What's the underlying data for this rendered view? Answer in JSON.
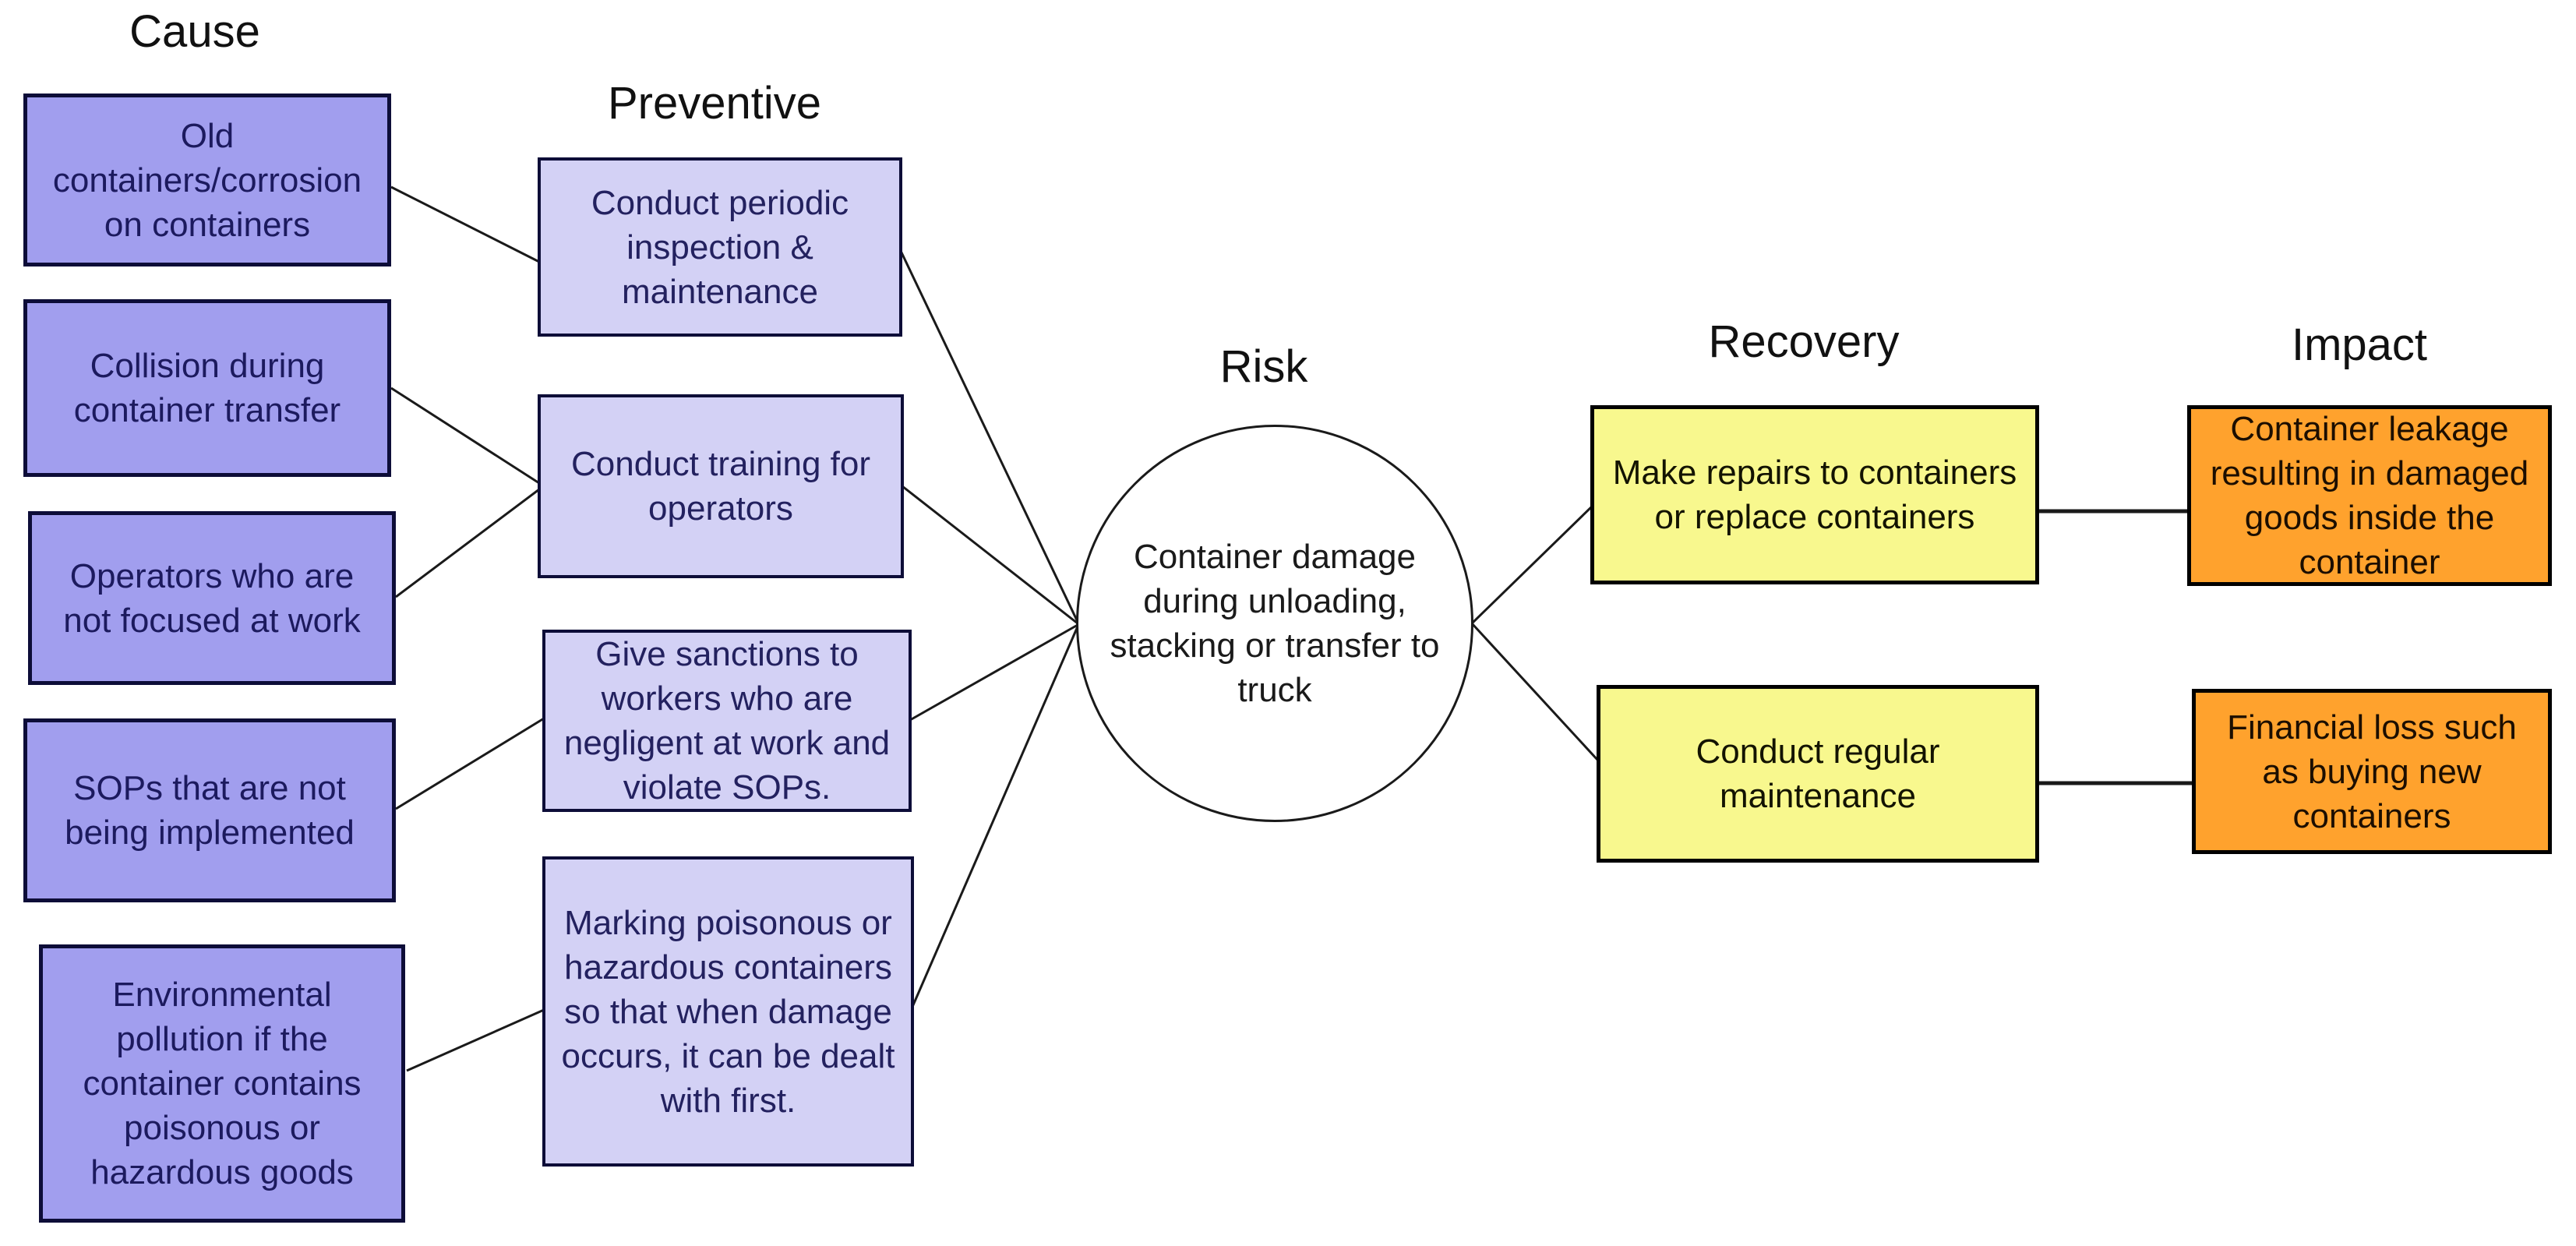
{
  "headings": {
    "cause": "Cause",
    "preventive": "Preventive",
    "risk": "Risk",
    "recovery": "Recovery",
    "impact": "Impact"
  },
  "nodes": {
    "causes": [
      {
        "id": "cause-1",
        "label": "Old containers/corrosion on containers"
      },
      {
        "id": "cause-2",
        "label": "Collision during container transfer"
      },
      {
        "id": "cause-3",
        "label": "Operators who are not focused at work"
      },
      {
        "id": "cause-4",
        "label": "SOPs that are not being implemented"
      },
      {
        "id": "cause-5",
        "label": "Environmental pollution if the container contains poisonous or hazardous goods"
      }
    ],
    "preventives": [
      {
        "id": "preventive-1",
        "label": "Conduct periodic inspection & maintenance"
      },
      {
        "id": "preventive-2",
        "label": "Conduct training for operators"
      },
      {
        "id": "preventive-3",
        "label": "Give sanctions to workers who are negligent at work and violate SOPs."
      },
      {
        "id": "preventive-4",
        "label": "Marking poisonous or hazardous containers so that when damage occurs, it can be dealt with first."
      }
    ],
    "risk": {
      "id": "risk",
      "label": "Container damage during unloading, stacking or transfer to truck"
    },
    "recoveries": [
      {
        "id": "recovery-1",
        "label": "Make repairs to containers or replace containers"
      },
      {
        "id": "recovery-2",
        "label": "Conduct regular maintenance"
      }
    ],
    "impacts": [
      {
        "id": "impact-1",
        "label": "Container leakage resulting in damaged goods inside the container"
      },
      {
        "id": "impact-2",
        "label": "Financial loss such as buying new containers"
      }
    ]
  },
  "edges": [
    {
      "from": "cause-1",
      "to": "preventive-1"
    },
    {
      "from": "cause-2",
      "to": "preventive-2"
    },
    {
      "from": "cause-3",
      "to": "preventive-2"
    },
    {
      "from": "cause-4",
      "to": "preventive-3"
    },
    {
      "from": "cause-5",
      "to": "preventive-4"
    },
    {
      "from": "preventive-1",
      "to": "risk"
    },
    {
      "from": "preventive-2",
      "to": "risk"
    },
    {
      "from": "preventive-3",
      "to": "risk"
    },
    {
      "from": "preventive-4",
      "to": "risk"
    },
    {
      "from": "risk",
      "to": "recovery-1"
    },
    {
      "from": "risk",
      "to": "recovery-2"
    },
    {
      "from": "recovery-1",
      "to": "impact-1"
    },
    {
      "from": "recovery-2",
      "to": "impact-2"
    }
  ],
  "colors": {
    "background": "#ffffff",
    "cause_fill": "#a19eee",
    "cause_border": "#0d0d38",
    "cause_text": "#1c1a5e",
    "preventive_fill": "#d3d1f5",
    "preventive_border": "#0d0d38",
    "preventive_text": "#23215f",
    "risk_fill": "#ffffff",
    "risk_border": "#1a1a1a",
    "risk_text": "#1a1a1a",
    "recovery_fill": "#f8f88e",
    "recovery_border": "#000000",
    "recovery_text": "#131300",
    "impact_fill": "#ffa22d",
    "impact_border": "#000000",
    "impact_text": "#1c0e00",
    "connector": "#1a1a1a",
    "heading_text": "#111111"
  }
}
